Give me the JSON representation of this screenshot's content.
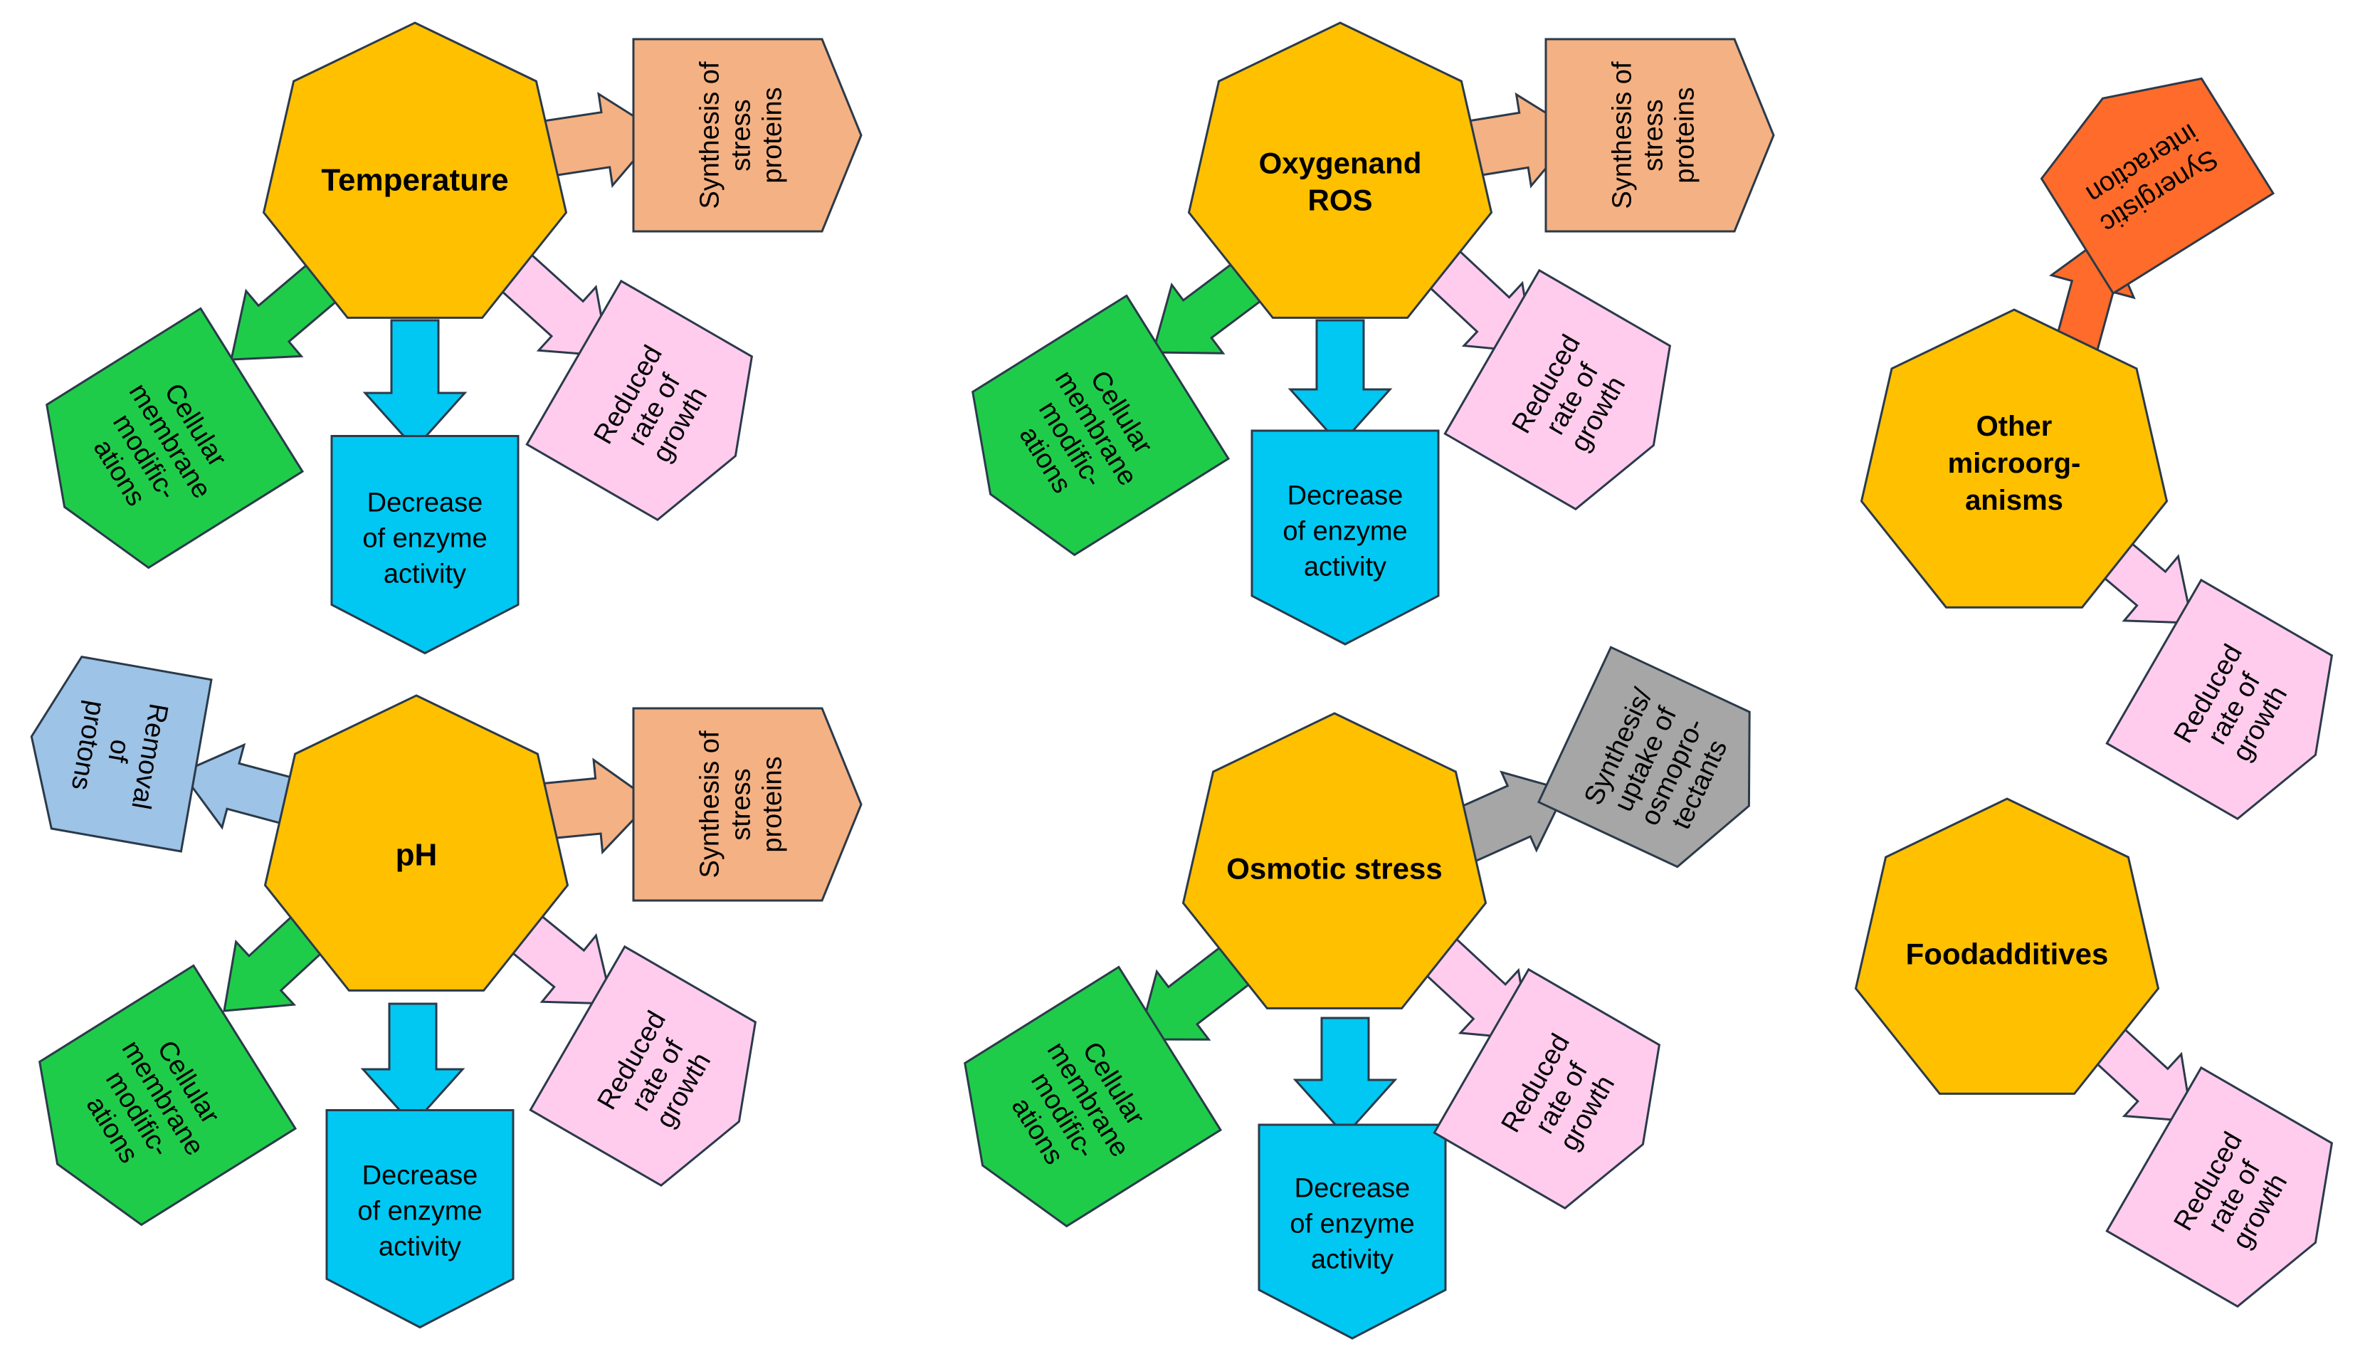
{
  "colors": {
    "stress_factor": "#FFC000",
    "stress_proteins": "#F4B183",
    "reduced_growth": "#FFCCEE",
    "cellular_membrane": "#1FCC4A",
    "enzyme_activity": "#00C8F2",
    "removal_protons": "#9DC3E6",
    "osmoprotectants": "#A6A6A6",
    "synergistic": "#FF6B2A",
    "outline": "#2b3a4a"
  },
  "icons": {
    "factor": "heptagon",
    "response": "pentagon-arrow",
    "link": "block-arrow"
  },
  "groups": [
    {
      "id": "temperature",
      "factor": "Temperature",
      "responses": {
        "stress_proteins": [
          "Synthesis of",
          "stress",
          "proteins"
        ],
        "membrane": [
          "Cellular",
          "membrane",
          "modific-",
          "ations"
        ],
        "enzyme": [
          "Decrease",
          "of enzyme",
          "activity"
        ],
        "growth": [
          "Reduced",
          "rate of",
          "growth"
        ]
      }
    },
    {
      "id": "oxygen",
      "factor": [
        "Oxygenand",
        "ROS"
      ],
      "responses": {
        "stress_proteins": [
          "Synthesis of",
          "stress",
          "proteins"
        ],
        "membrane": [
          "Cellular",
          "membrane",
          "modific-",
          "ations"
        ],
        "enzyme": [
          "Decrease",
          "of enzyme",
          "activity"
        ],
        "growth": [
          "Reduced",
          "rate of",
          "growth"
        ]
      }
    },
    {
      "id": "microorganisms",
      "factor": [
        "Other",
        "microorg-",
        "anisms"
      ],
      "responses": {
        "synergistic": [
          "Synergistic",
          "interaction"
        ],
        "growth": [
          "Reduced",
          "rate of",
          "growth"
        ]
      }
    },
    {
      "id": "ph",
      "factor": "pH",
      "responses": {
        "protons": [
          "Removal",
          "of",
          "protons"
        ],
        "stress_proteins": [
          "Synthesis of",
          "stress",
          "proteins"
        ],
        "membrane": [
          "Cellular",
          "membrane",
          "modific-",
          "ations"
        ],
        "enzyme": [
          "Decrease",
          "of enzyme",
          "activity"
        ],
        "growth": [
          "Reduced",
          "rate of",
          "growth"
        ]
      }
    },
    {
      "id": "osmotic",
      "factor": "Osmotic stress",
      "responses": {
        "osmoprotectants": [
          "Synthesis/",
          "uptake of",
          "osmopro-",
          "tectants"
        ],
        "membrane": [
          "Cellular",
          "membrane",
          "modific-",
          "ations"
        ],
        "enzyme": [
          "Decrease",
          "of enzyme",
          "activity"
        ],
        "growth": [
          "Reduced",
          "rate of",
          "growth"
        ]
      }
    },
    {
      "id": "food_additives",
      "factor": "Foodadditives",
      "responses": {
        "growth": [
          "Reduced",
          "rate of",
          "growth"
        ]
      }
    }
  ]
}
